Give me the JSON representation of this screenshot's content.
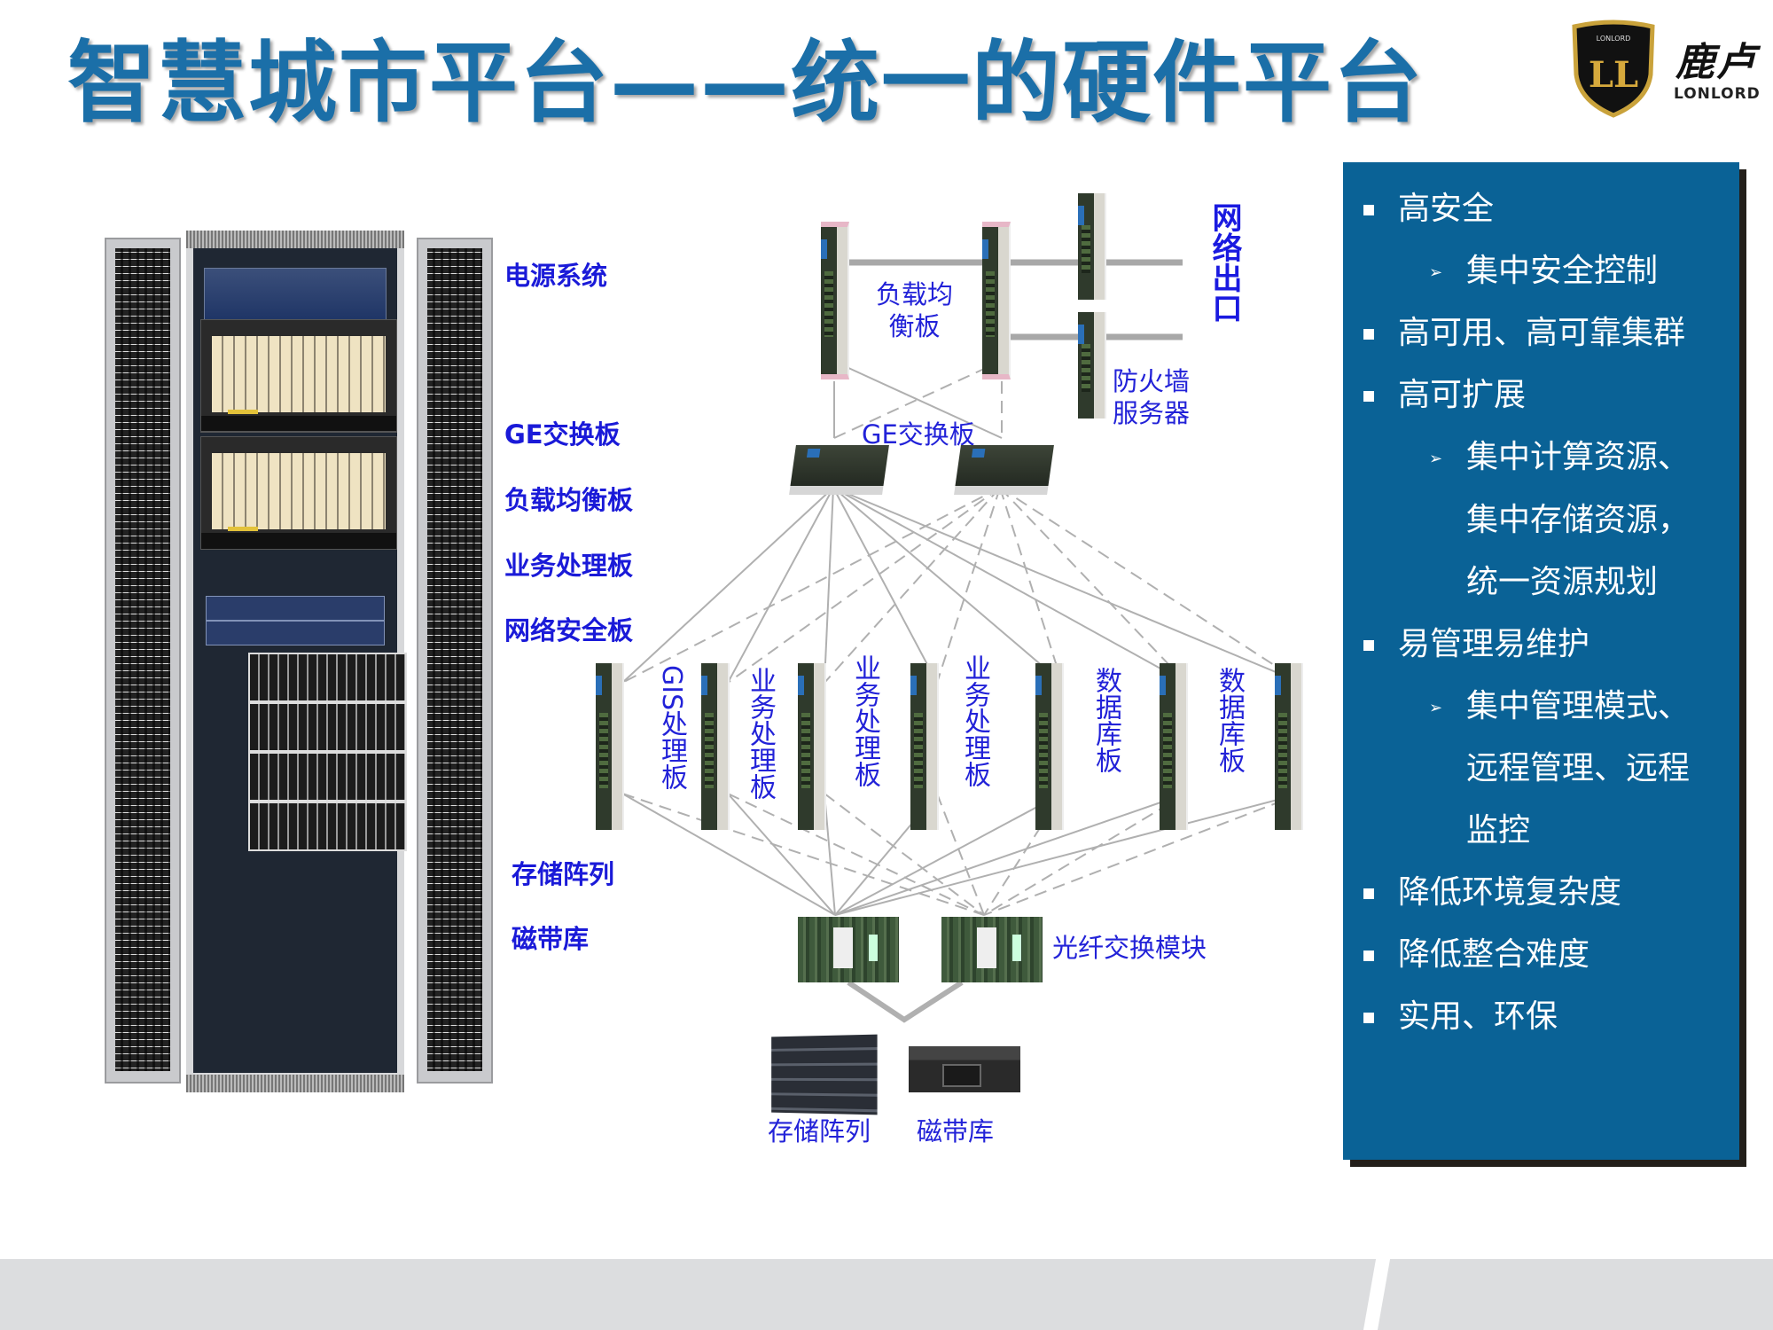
{
  "title": "智慧城市平台——统一的硬件平台",
  "logo": {
    "cn": "鹿卢",
    "en": "LONLORD",
    "badge_letters": "LL",
    "badge_text": "LONLORD"
  },
  "colors": {
    "title": "#1b6fa8",
    "label": "#1a1ad8",
    "panel": "#0a6296",
    "footer": "#dcdddf"
  },
  "rack_labels": [
    "电源系统",
    "GE交换板",
    "负载均衡板",
    "业务处理板",
    "网络安全板",
    "存储阵列",
    "磁带库"
  ],
  "diagram": {
    "lb_label": [
      "负载均",
      "衡板"
    ],
    "network_exit": "网络出口",
    "firewall_label": [
      "防火墙",
      "服务器"
    ],
    "ge_switch_label": "GE交换板",
    "blade_labels": [
      "GIS处理板",
      "业务处理板",
      "业务处理板",
      "业务处理板",
      "数据库板",
      "数据库板"
    ],
    "fiber_label": "光纤交换模块",
    "storage_label": "存储阵列",
    "tape_label": "磁带库"
  },
  "panel": {
    "items": [
      {
        "level": 1,
        "text": "高安全"
      },
      {
        "level": 2,
        "text": "集中安全控制"
      },
      {
        "level": 1,
        "text": "高可用、高可靠集群"
      },
      {
        "level": 1,
        "text": "高可扩展"
      },
      {
        "level": 2,
        "text": "集中计算资源、"
      },
      {
        "level": 3,
        "text": "集中存储资源，"
      },
      {
        "level": 3,
        "text": "统一资源规划"
      },
      {
        "level": 1,
        "text": "易管理易维护"
      },
      {
        "level": 2,
        "text": "集中管理模式、"
      },
      {
        "level": 3,
        "text": "远程管理、远程"
      },
      {
        "level": 3,
        "text": "监控"
      },
      {
        "level": 1,
        "text": "降低环境复杂度"
      },
      {
        "level": 1,
        "text": "降低整合难度"
      },
      {
        "level": 1,
        "text": "实用、环保"
      }
    ]
  }
}
